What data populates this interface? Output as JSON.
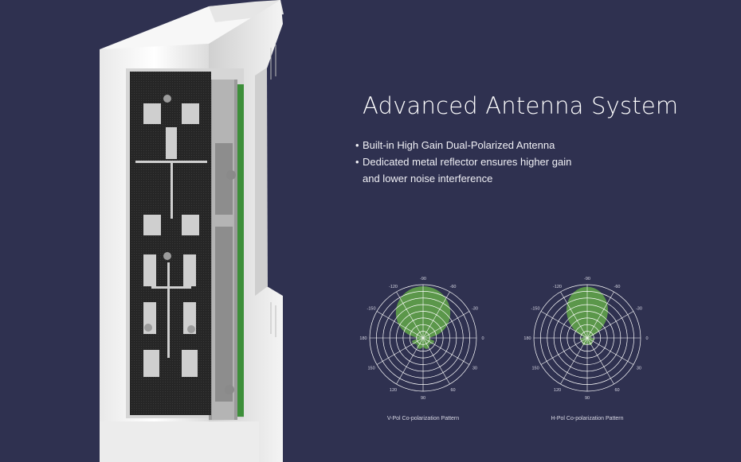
{
  "section": {
    "title": "Advanced Antenna System",
    "features": [
      "Built-in High Gain Dual-Polarized Antenna",
      "Dedicated metal reflector ensures higher gain",
      "and lower noise interference"
    ],
    "bullet_char": "•"
  },
  "patterns": [
    {
      "caption": "V-Pol Co-polarization Pattern",
      "angle_labels": [
        "-90",
        "-60",
        "-30",
        "0",
        "30",
        "60",
        "90",
        "120",
        "150",
        "180",
        "-150",
        "-120"
      ]
    },
    {
      "caption": "H-Pol Co-polarization Pattern",
      "angle_labels": [
        "-90",
        "-60",
        "-30",
        "0",
        "30",
        "60",
        "90",
        "120",
        "150",
        "180",
        "-150",
        "-120"
      ]
    }
  ],
  "colors": {
    "background": "#2f3150",
    "lobe_fill": "#5fa04a",
    "grid": "#ffffff",
    "housing": "#f2f2f2",
    "board": "#2b2b2b"
  }
}
